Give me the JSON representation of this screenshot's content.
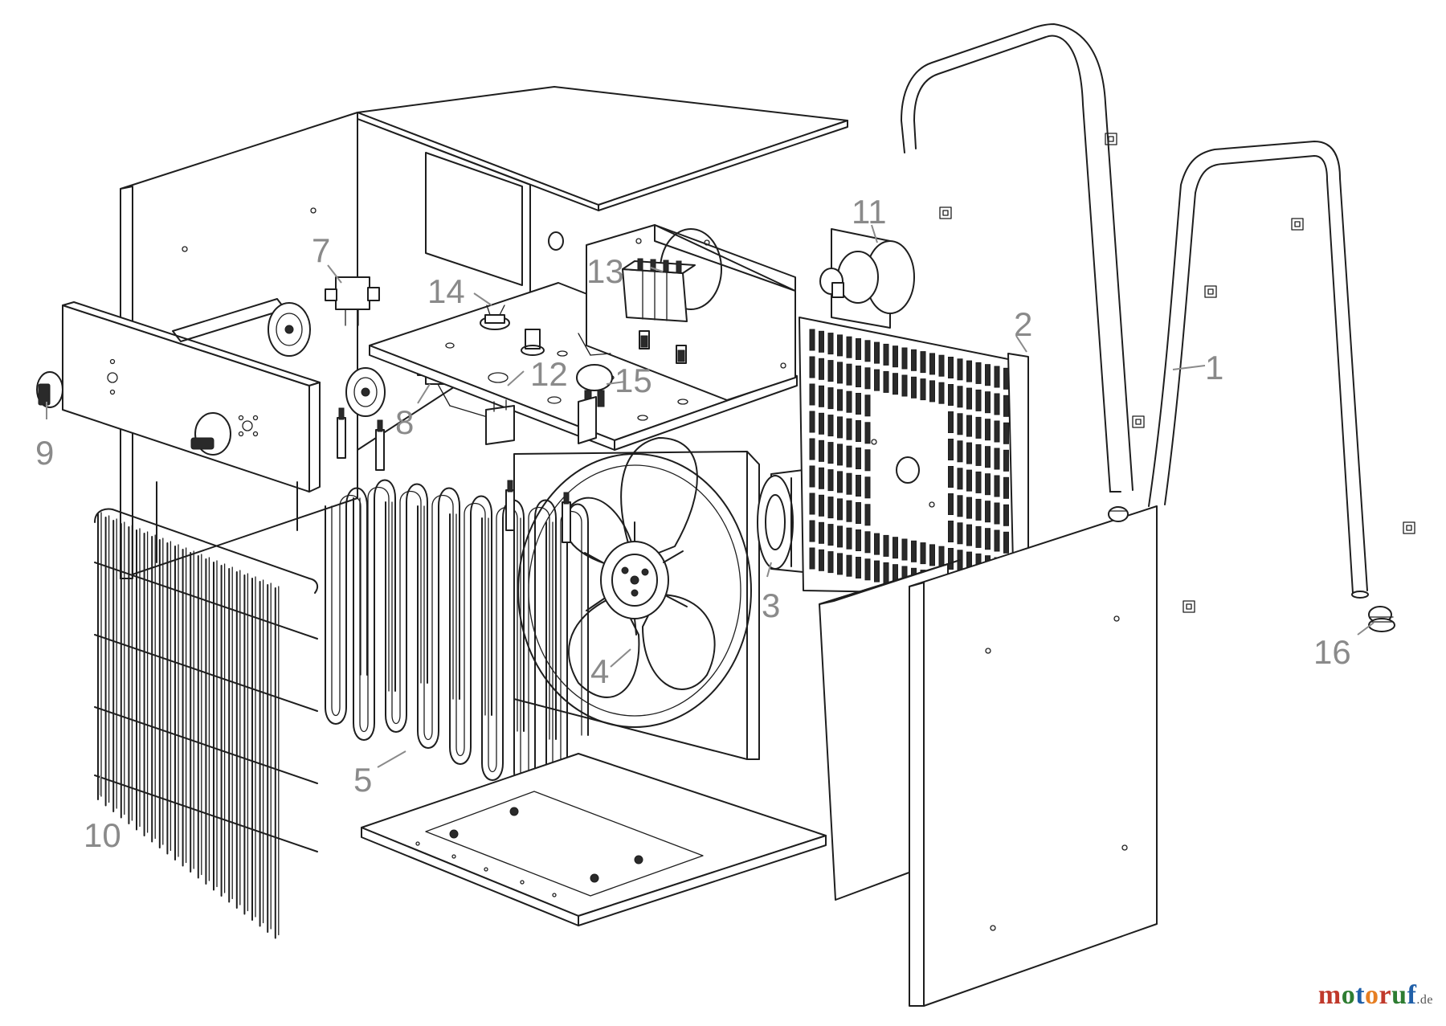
{
  "diagram": {
    "callouts": [
      {
        "id": "1",
        "label": "1"
      },
      {
        "id": "2",
        "label": "2"
      },
      {
        "id": "3",
        "label": "3"
      },
      {
        "id": "4",
        "label": "4"
      },
      {
        "id": "5",
        "label": "5"
      },
      {
        "id": "7",
        "label": "7"
      },
      {
        "id": "8",
        "label": "8"
      },
      {
        "id": "9",
        "label": "9"
      },
      {
        "id": "10",
        "label": "10"
      },
      {
        "id": "11",
        "label": "11"
      },
      {
        "id": "12",
        "label": "12"
      },
      {
        "id": "13",
        "label": "13"
      },
      {
        "id": "14",
        "label": "14"
      },
      {
        "id": "15",
        "label": "15"
      },
      {
        "id": "16",
        "label": "16"
      }
    ]
  },
  "watermark": {
    "text_main": "motoruf",
    "text_suffix": ".de",
    "colors": [
      "#c0392b",
      "#2e7d32",
      "#1f5fa8",
      "#e67e22"
    ]
  }
}
